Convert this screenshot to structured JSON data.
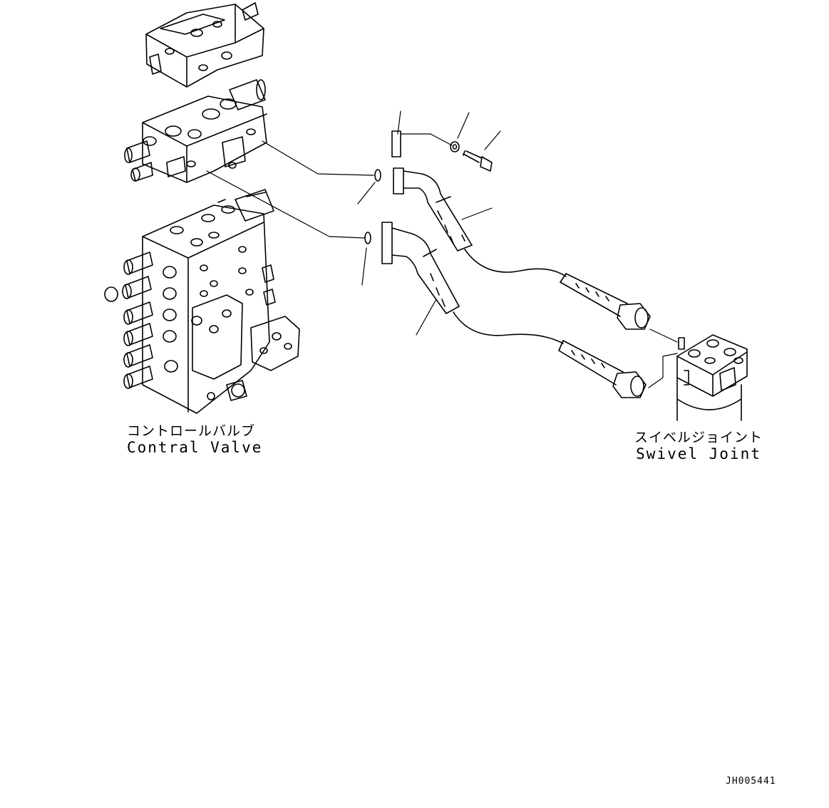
{
  "labels": {
    "control_valve_jp": "コントロールバルブ",
    "control_valve_en": "Contral Valve",
    "swivel_joint_jp": "スイベルジョイント",
    "swivel_joint_en": "Swivel Joint"
  },
  "drawing_code": "JH005441"
}
